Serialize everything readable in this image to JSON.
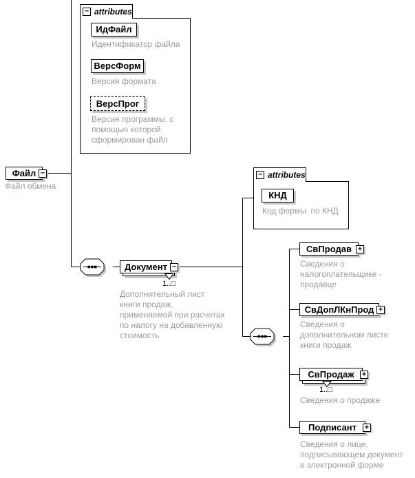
{
  "attributes_header": "attributes",
  "icons": {
    "collapse": "−",
    "expand": "+"
  },
  "colors": {
    "shadow": "#c8c8c8",
    "annotation_text": "#9b9b9b",
    "line": "#000000"
  },
  "root": {
    "label": "Файл",
    "desc": "Файл обмена"
  },
  "root_attrs": [
    {
      "label": "ИдФайл",
      "desc": "Идентификатор файла"
    },
    {
      "label": "ВерсФорм",
      "desc": "Версия формата"
    },
    {
      "label": "ВерсПрог",
      "desc": "Версия программы, с\nпомощью которой\nсформирован файл"
    }
  ],
  "document": {
    "label": "Документ",
    "occurs": "1..□",
    "desc": "Дополнительный лист\nкниги продаж,\nприменяемой при расчетах\nпо налогу на добавленную\nстоимость"
  },
  "document_attrs": [
    {
      "label": "КНД",
      "desc": "Код формы  по КНД"
    }
  ],
  "children": [
    {
      "label": "СвПродав",
      "desc": "Сведения о\nналогоплательщике -\nпродавце"
    },
    {
      "label": "СвДопЛКнПрод",
      "desc": "Сведения о\nдополнительном листе\nкниги продаж"
    },
    {
      "label": "СвПродаж",
      "occurs": "1..□",
      "desc": "Сведения о продаже"
    },
    {
      "label": "Подписант",
      "desc": "Сведения о лице,\nподписывающем документ\nв электронной форме"
    }
  ]
}
